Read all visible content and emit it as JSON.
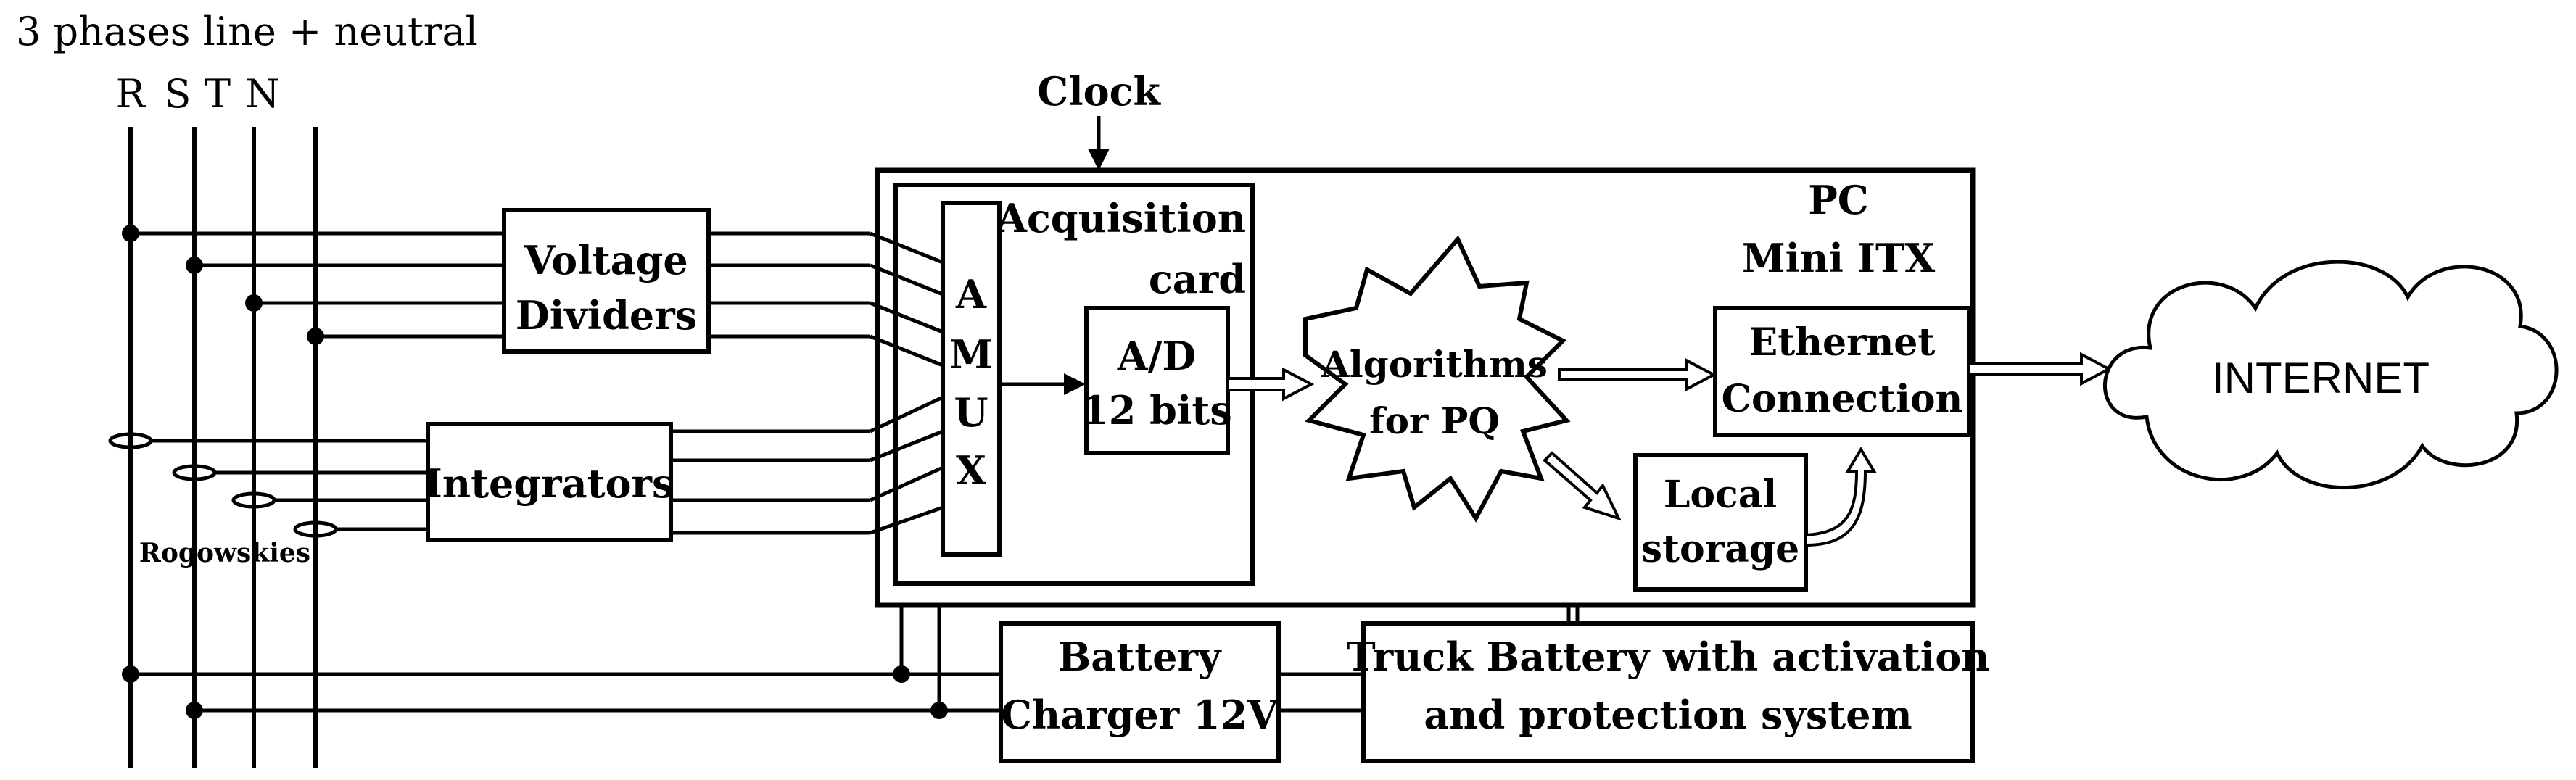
{
  "header": {
    "title": "3 phases line + neutral"
  },
  "phases": [
    "R",
    "S",
    "T",
    "N"
  ],
  "clock_label": "Clock",
  "voltage_dividers": {
    "line1": "Voltage",
    "line2": "Dividers"
  },
  "integrators": "Integrators",
  "rogowskies": "Rogowskies",
  "acquisition_card": {
    "line1": "Acquisition",
    "line2": "card"
  },
  "amux": [
    "A",
    "M",
    "U",
    "X"
  ],
  "adc": {
    "line1": "A/D",
    "line2": "12 bits"
  },
  "algorithms": {
    "line1": "Algorithms",
    "line2": "for PQ"
  },
  "pc": {
    "line1": "PC",
    "line2": "Mini ITX"
  },
  "ethernet": {
    "line1": "Ethernet",
    "line2": "Connection"
  },
  "local_storage": {
    "line1": "Local",
    "line2": "storage"
  },
  "internet": "INTERNET",
  "battery_charger": {
    "line1": "Battery",
    "line2": "Charger 12V"
  },
  "truck_battery": {
    "line1": "Truck Battery with activation",
    "line2": "and protection system"
  }
}
